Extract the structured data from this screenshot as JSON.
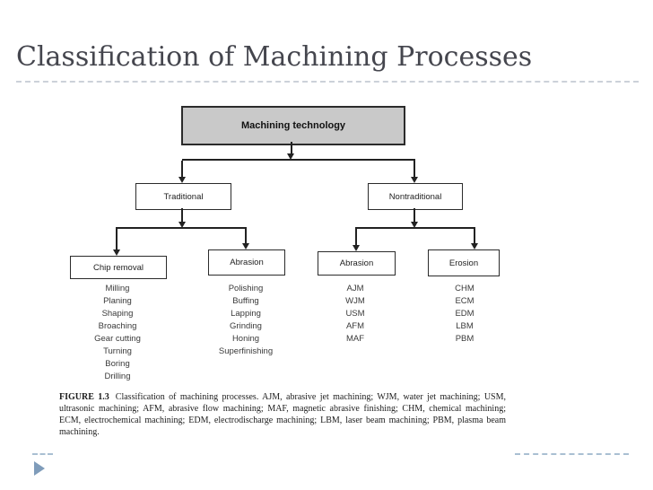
{
  "slide": {
    "title": "Classification of Machining Processes"
  },
  "diagram": {
    "root": {
      "label": "Machining technology"
    },
    "level1": [
      {
        "label": "Traditional"
      },
      {
        "label": "Nontraditional"
      }
    ],
    "level2": [
      {
        "label": "Chip removal"
      },
      {
        "label": "Abrasion"
      },
      {
        "label": "Abrasion"
      },
      {
        "label": "Erosion"
      }
    ],
    "lists": {
      "chip_removal": [
        "Milling",
        "Planing",
        "Shaping",
        "Broaching",
        "Gear cutting",
        "Turning",
        "Boring",
        "Drilling"
      ],
      "abrasion_traditional": [
        "Polishing",
        "Buffing",
        "Lapping",
        "Grinding",
        "Honing",
        "Superfinishing"
      ],
      "abrasion_nontraditional": [
        "AJM",
        "WJM",
        "USM",
        "AFM",
        "MAF"
      ],
      "erosion": [
        "CHM",
        "ECM",
        "EDM",
        "LBM",
        "PBM"
      ]
    }
  },
  "caption": {
    "label": "FIGURE 1.3",
    "text": "Classification of machining processes. AJM, abrasive jet machining; WJM, water jet machining; USM, ultrasonic machining; AFM, abrasive flow machining; MAF, magnetic abrasive finishing; CHM, chemical machining; ECM, electrochemical machining; EDM, electrodischarge machining; LBM, laser beam machining; PBM, plasma beam machining."
  },
  "icons": {
    "footer_marker": "play-icon"
  },
  "colors": {
    "title_text": "#45464e",
    "root_box_fill": "#c9c9c9",
    "diagram_line": "#222222",
    "accent_dash": "#a9bfd2",
    "play_triangle": "#7f9cba"
  }
}
